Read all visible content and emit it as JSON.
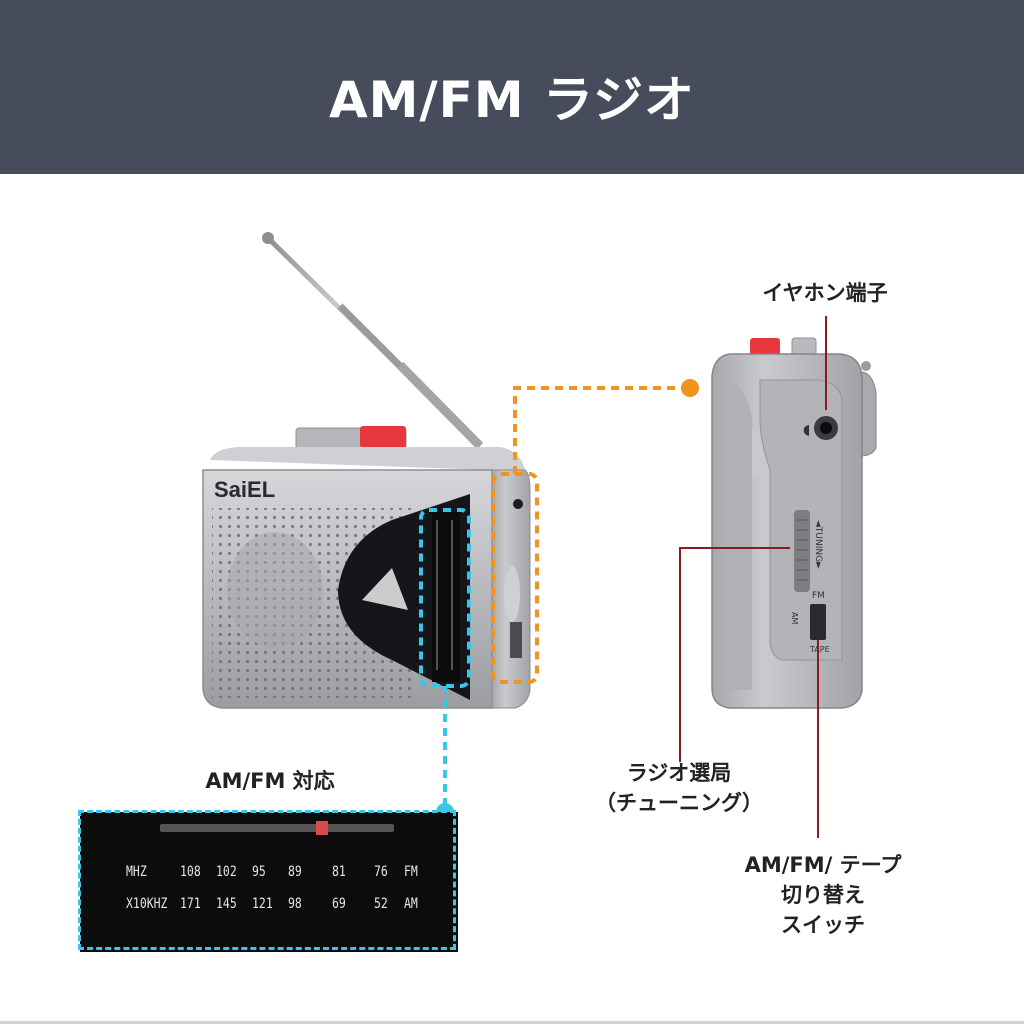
{
  "header": {
    "title": "AM/FM ラジオ"
  },
  "labels": {
    "earphone": "イヤホン端子",
    "tuning_line1": "ラジオ選局",
    "tuning_line2": "（チューニング）",
    "switch_line1": "AM/FM/ テープ",
    "switch_line2": "切り替え",
    "switch_line3": "スイッチ",
    "dial_caption": "AM/FM 対応"
  },
  "device": {
    "brand": "SaiEL",
    "side_tuning": "◄TUNING►",
    "side_fm": "FM",
    "side_am": "AM",
    "side_tape": "TAPE"
  },
  "dial": {
    "fm_unit": "MHZ",
    "fm_values": [
      "108",
      "102",
      "95",
      "89",
      "81",
      "76"
    ],
    "fm_band": "FM",
    "am_unit": "X10KHZ",
    "am_values": [
      "171",
      "145",
      "121",
      "98",
      "69",
      "52"
    ],
    "am_band": "AM"
  },
  "colors": {
    "header_bg": "#474c5c",
    "orange_dashed": "#f0941e",
    "cyan_dashed": "#3cc6e6",
    "leader_red": "#8b1a24",
    "device_silver": "#b8b9bd",
    "accent_red": "#e8383d"
  }
}
